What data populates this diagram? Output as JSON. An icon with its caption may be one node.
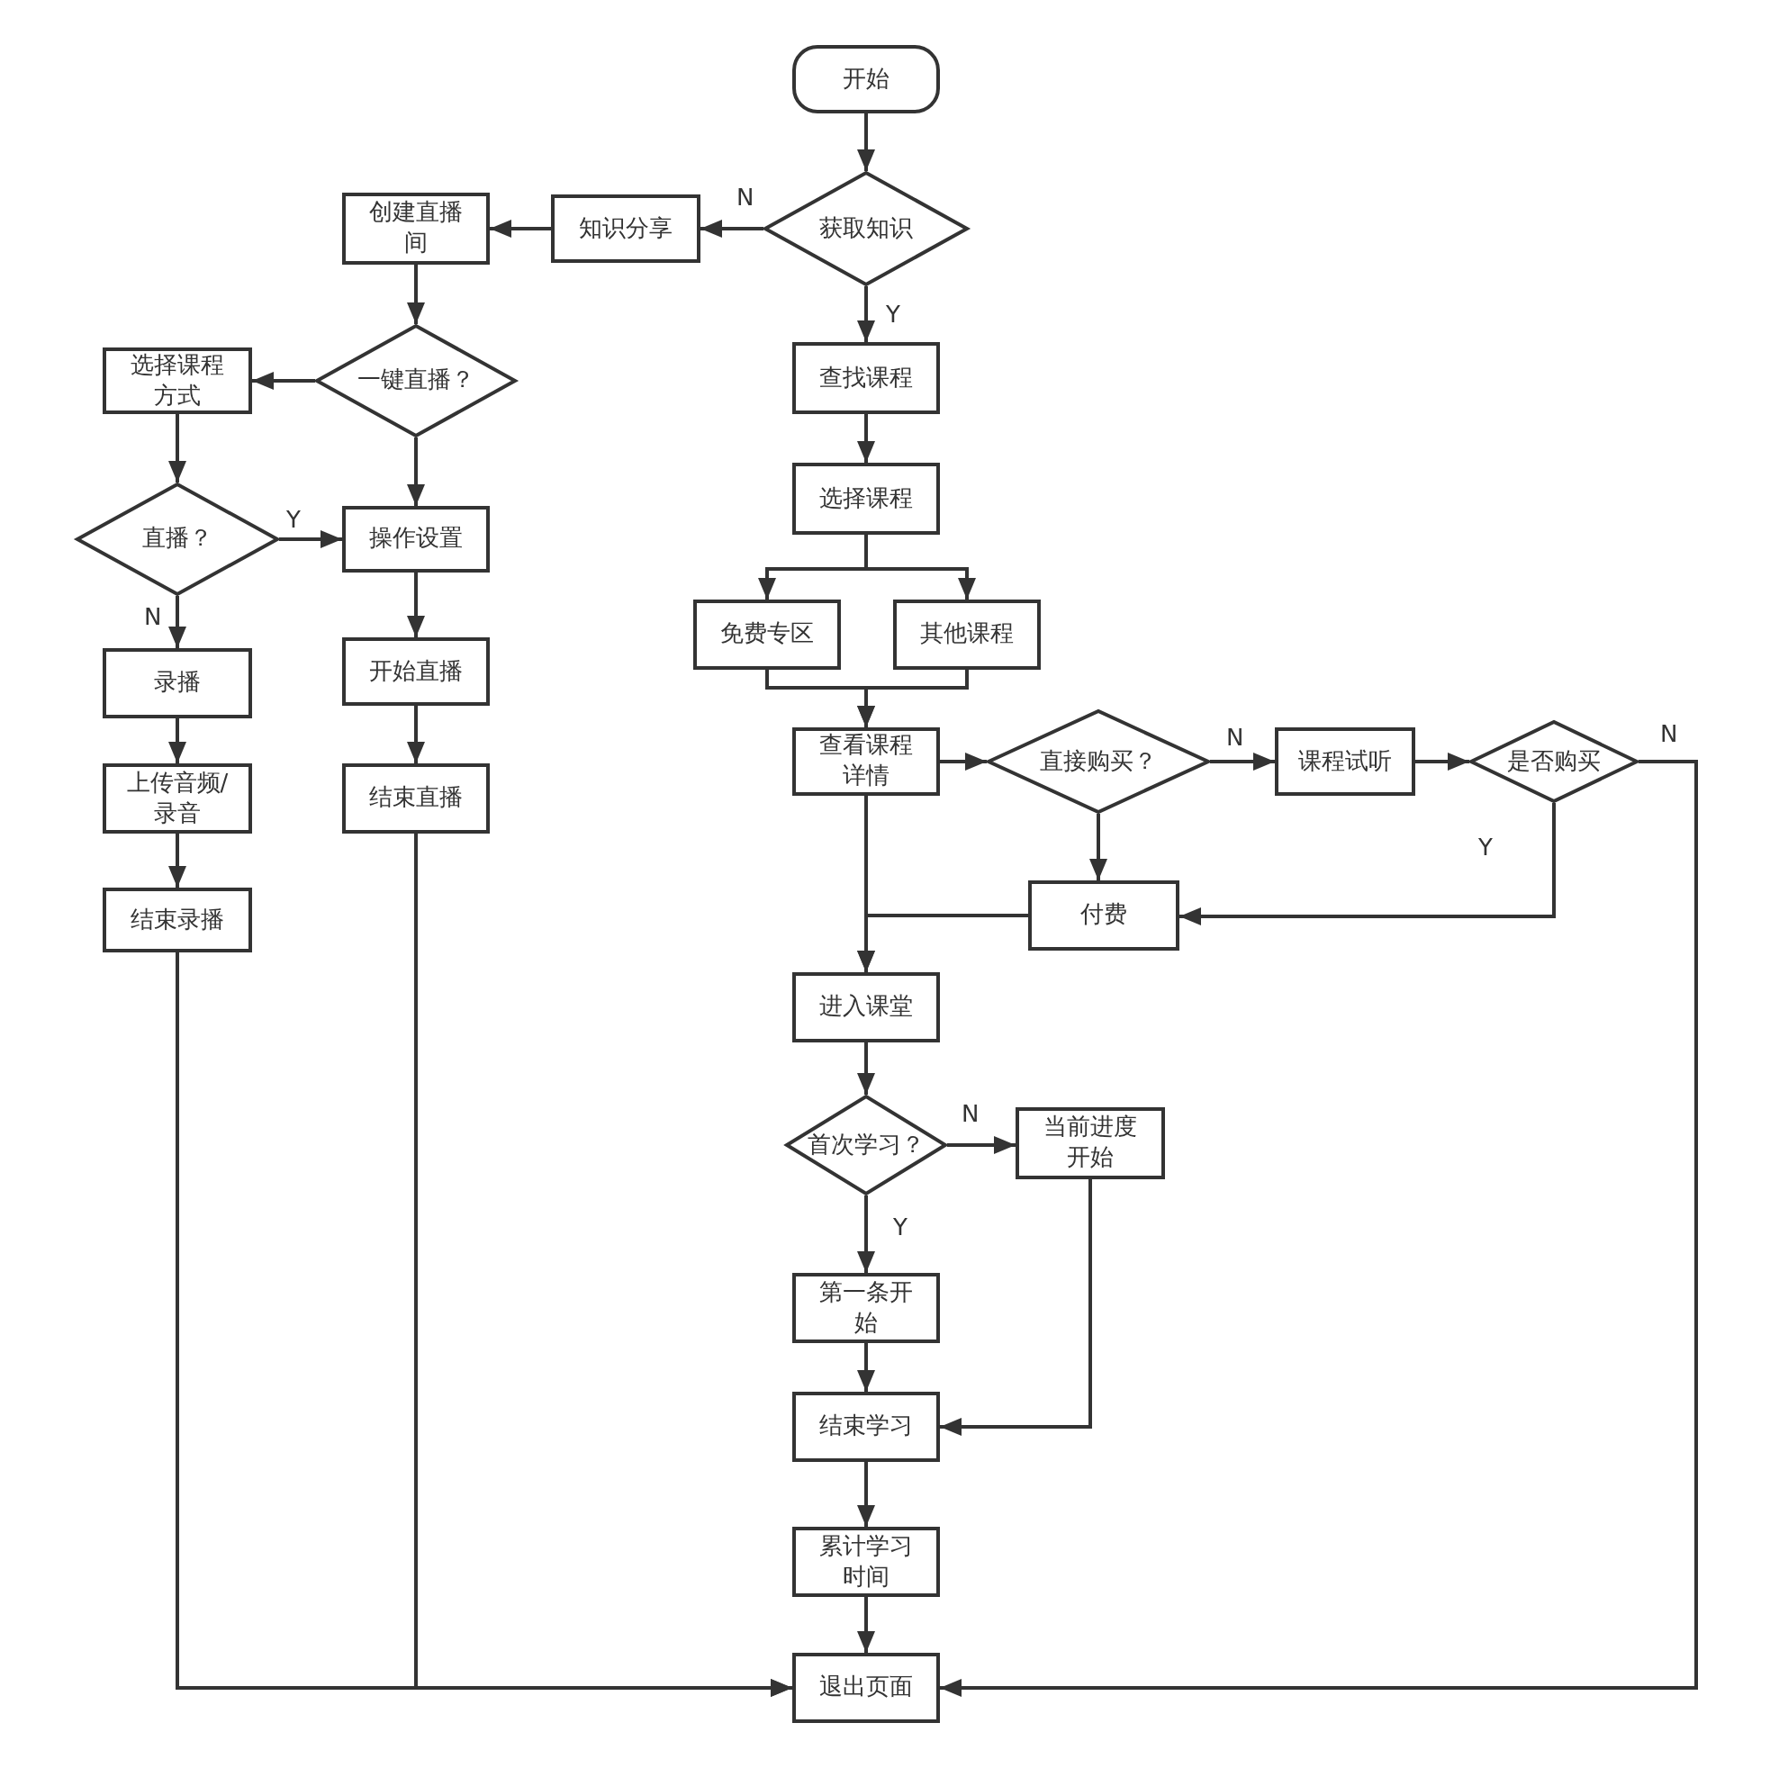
{
  "diagram": {
    "nodes": [
      {
        "text": [
          "开始"
        ]
      },
      {
        "text": [
          "获取知识"
        ]
      },
      {
        "text": [
          "知识分享"
        ]
      },
      {
        "text": [
          "创建直播间"
        ]
      },
      {
        "text": [
          "一键直播？"
        ]
      },
      {
        "text": [
          "选择课程方式"
        ]
      },
      {
        "text": [
          "直播？"
        ]
      },
      {
        "text": [
          "操作设置"
        ]
      },
      {
        "text": [
          "录播"
        ]
      },
      {
        "text": [
          "开始直播"
        ]
      },
      {
        "text": [
          "上传音频/录音"
        ]
      },
      {
        "text": [
          "结束直播"
        ]
      },
      {
        "text": [
          "结束录播"
        ]
      },
      {
        "text": [
          "查找课程"
        ]
      },
      {
        "text": [
          "选择课程"
        ]
      },
      {
        "text": [
          "免费专区"
        ]
      },
      {
        "text": [
          "其他课程"
        ]
      },
      {
        "text": [
          "查看课程详情"
        ]
      },
      {
        "text": [
          "直接购买？"
        ]
      },
      {
        "text": [
          "课程试听"
        ]
      },
      {
        "text": [
          "是否购买"
        ]
      },
      {
        "text": [
          "付费"
        ]
      },
      {
        "text": [
          "进入课堂"
        ]
      },
      {
        "text": [
          "首次学习？"
        ]
      },
      {
        "text": [
          "当前进度开始"
        ]
      },
      {
        "text": [
          "第一条开始"
        ]
      },
      {
        "text": [
          "结束学习"
        ]
      },
      {
        "text": [
          "累计学习时间"
        ]
      },
      {
        "text": [
          "退出页面"
        ]
      }
    ],
    "edges": [
      {
        "from": 0,
        "to": 1,
        "arrow": "to"
      },
      {
        "from": 1,
        "to": 2,
        "arrow": "to",
        "label": "N"
      },
      {
        "from": 1,
        "to": 13,
        "arrow": "to",
        "label": "Y"
      },
      {
        "from": 2,
        "to": 3,
        "arrow": "to"
      },
      {
        "from": 3,
        "to": 4,
        "arrow": "to"
      },
      {
        "from": 4,
        "to": 5,
        "arrow": "to"
      },
      {
        "from": 4,
        "to": 7,
        "arrow": "to"
      },
      {
        "from": 5,
        "to": 6,
        "arrow": "to"
      },
      {
        "from": 6,
        "to": 7,
        "arrow": "to",
        "label": "Y"
      },
      {
        "from": 6,
        "to": 8,
        "arrow": "to",
        "label": "N"
      },
      {
        "from": 7,
        "to": 9,
        "arrow": "to"
      },
      {
        "from": 9,
        "to": 11,
        "arrow": "to"
      },
      {
        "from": 8,
        "to": 10,
        "arrow": "to"
      },
      {
        "from": 10,
        "to": 12,
        "arrow": "to"
      },
      {
        "from": 12,
        "to": 28,
        "arrow": "to"
      },
      {
        "from": 11,
        "to": 28,
        "arrow": "to"
      },
      {
        "from": 13,
        "to": 14,
        "arrow": "to"
      },
      {
        "from": 14,
        "to": 15,
        "arrow": "to"
      },
      {
        "from": 14,
        "to": 16,
        "arrow": "to"
      },
      {
        "from": 15,
        "to": 17,
        "arrow": "to"
      },
      {
        "from": 16,
        "to": 17,
        "arrow": "to"
      },
      {
        "from": 17,
        "to": 18,
        "arrow": "to"
      },
      {
        "from": 18,
        "to": 19,
        "arrow": "to",
        "label": "N"
      },
      {
        "from": 19,
        "to": 20,
        "arrow": "to"
      },
      {
        "from": 18,
        "to": 21,
        "arrow": "to"
      },
      {
        "from": 20,
        "to": 21,
        "arrow": "to",
        "label": "Y"
      },
      {
        "from": 20,
        "to": 28,
        "arrow": "to",
        "label": "N"
      },
      {
        "from": 17,
        "to": 22,
        "arrow": "to"
      },
      {
        "from": 21,
        "to": 22,
        "arrow": "to"
      },
      {
        "from": 22,
        "to": 23,
        "arrow": "to"
      },
      {
        "from": 23,
        "to": 24,
        "arrow": "to",
        "label": "N"
      },
      {
        "from": 23,
        "to": 25,
        "arrow": "to",
        "label": "Y"
      },
      {
        "from": 24,
        "to": 26,
        "arrow": "to"
      },
      {
        "from": 25,
        "to": 26,
        "arrow": "to"
      },
      {
        "from": 26,
        "to": 27,
        "arrow": "to"
      },
      {
        "from": 27,
        "to": 28,
        "arrow": "to"
      }
    ]
  }
}
